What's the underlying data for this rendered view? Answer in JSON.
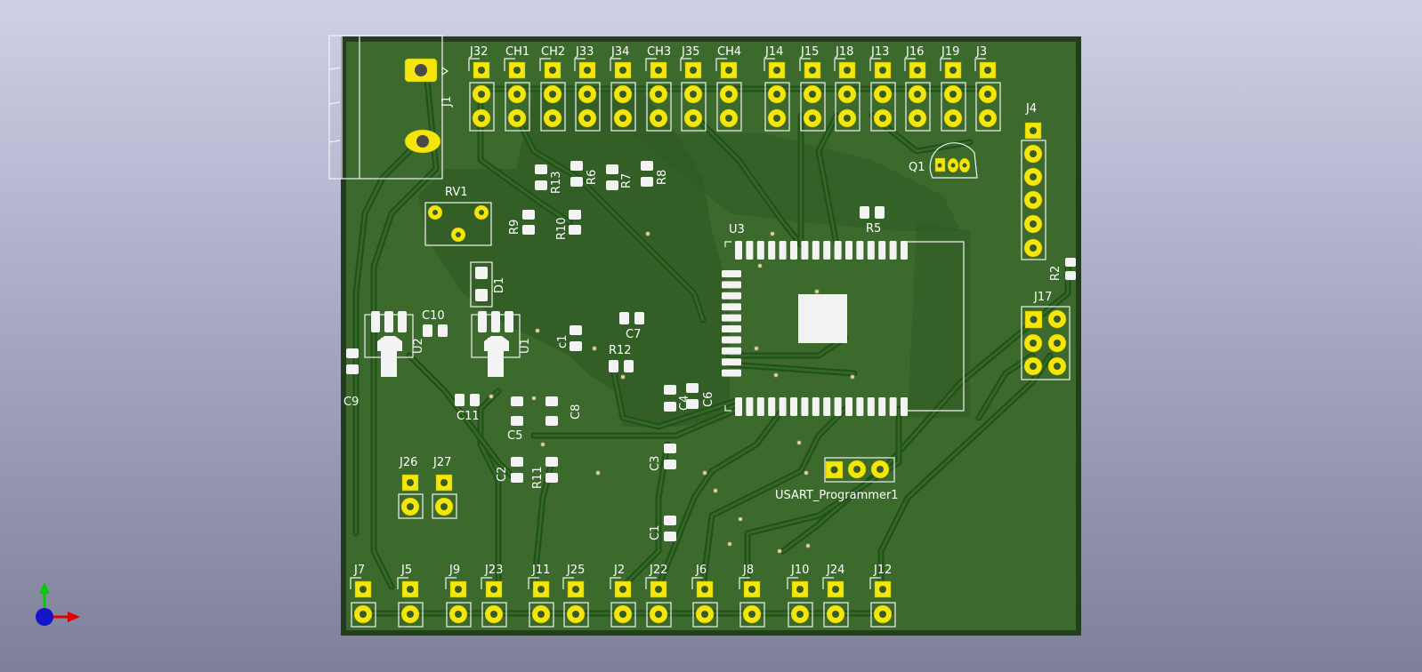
{
  "app": {
    "view": "3D Viewer"
  },
  "colors": {
    "background_top": "#cfd0e6",
    "background_bottom": "#7e8099",
    "board": "#2c4a26",
    "copper_fill": "#3d6b2e",
    "pad": "#f4e60a",
    "silkscreen": "#ffffff",
    "axis_x": "#ff0000",
    "axis_y": "#00cc00",
    "axis_z": "#0000ff"
  },
  "board": {
    "header_labels_top": [
      "J32",
      "CH1",
      "CH2",
      "J33",
      "J34",
      "CH3",
      "J35",
      "CH4",
      "J14",
      "J15",
      "J18",
      "J13",
      "J16",
      "J19",
      "J3"
    ],
    "header_labels_bottom": [
      "J7",
      "J5",
      "J9",
      "J23",
      "J11",
      "J25",
      "J2",
      "J22",
      "J6",
      "J8",
      "J10",
      "J24",
      "J12"
    ],
    "connectors": {
      "j1": "J1",
      "j4": "J4",
      "j17": "J17",
      "j26": "J26",
      "j27": "J27",
      "usart": "USART_Programmer1",
      "rv1": "RV1",
      "q1": "Q1",
      "u1": "U1",
      "u2": "U2",
      "u3": "U3",
      "d1": "D1"
    },
    "passives": {
      "r13": "R13",
      "r6": "R6",
      "r7": "R7",
      "r8": "R8",
      "r9": "R9",
      "r10": "R10",
      "r5": "R5",
      "r2": "R2",
      "r12": "R12",
      "r11": "R11",
      "c10": "C10",
      "c9": "C9",
      "c11": "C11",
      "c7": "C7",
      "c1_small": "c1",
      "c5": "C5",
      "c8": "C8",
      "c4": "C4",
      "c6": "C6",
      "c3": "C3",
      "c2": "C2",
      "c1": "C1"
    }
  },
  "icons": {
    "axis": "xyz-axis-icon"
  }
}
